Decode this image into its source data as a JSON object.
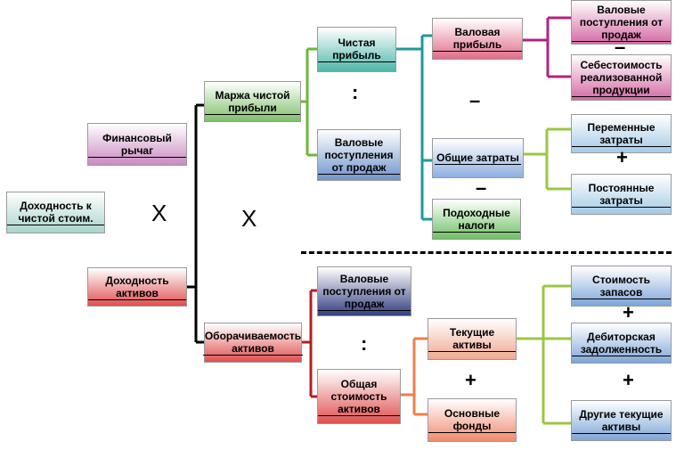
{
  "nodes": {
    "roe": {
      "text": "Доходность к чистой стоим."
    },
    "leverage": {
      "text": "Финансовый рычаг"
    },
    "roa": {
      "text": "Доходность активов"
    },
    "net_margin": {
      "text": "Маржа чистой прибыли"
    },
    "turnover": {
      "text": "Оборачиваемость активов"
    },
    "net_profit": {
      "text": "Чистая прибыль"
    },
    "sales1": {
      "text": "Валовые поступления от продаж"
    },
    "sales2": {
      "text": "Валовые поступления от продаж"
    },
    "gross_profit": {
      "text": "Валовая прибыль"
    },
    "total_costs": {
      "text": "Общие затраты"
    },
    "income_tax": {
      "text": "Подоходные налоги"
    },
    "sales3": {
      "text": "Валовые поступления от продаж"
    },
    "cogs": {
      "text": "Себестоимость реализованной продукции"
    },
    "variable_costs": {
      "text": "Переменные затраты"
    },
    "fixed_costs": {
      "text": "Постоянные затраты"
    },
    "total_assets": {
      "text": "Общая стоимость активов"
    },
    "current_assets": {
      "text": "Текущие активы"
    },
    "fixed_assets": {
      "text": "Основные фонды"
    },
    "inventory": {
      "text": "Стоимость запасов"
    },
    "receivables": {
      "text": "Дебиторская задолженность"
    },
    "other_current": {
      "text": "Другие текущие активы"
    }
  },
  "operators": {
    "multiply": "X",
    "divide": ":",
    "minus": "–",
    "plus": "+"
  },
  "colors": {
    "black": "#000000",
    "green": "#70b53a",
    "teal": "#1f9a96",
    "magenta": "#b0237f",
    "red": "#b42020",
    "orange": "#ee7f4d",
    "lime": "#9bc742"
  }
}
